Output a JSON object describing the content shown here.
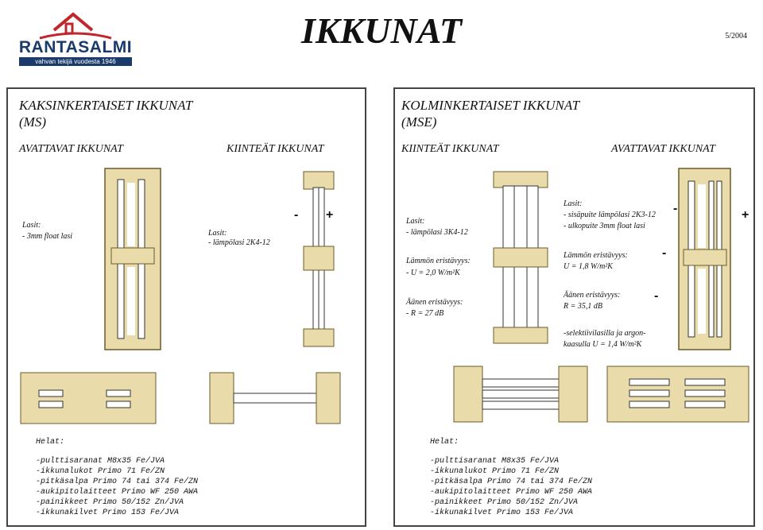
{
  "header": {
    "brand": "RANTASALMI",
    "tagline": "vahvan tekijä vuodesta 1946",
    "title": "IKKUNAT",
    "date": "5/2004"
  },
  "left": {
    "heading_line1": "KAKSINKERTAISET IKKUNAT",
    "heading_line2": "(MS)",
    "sub_opening": "AVATTAVAT IKKUNAT",
    "sub_fixed": "KIINTEÄT IKKUNAT",
    "glass_a_label": "Lasit:",
    "glass_a_value": "- 3mm float lasi",
    "glass_b_label": "Lasit:",
    "glass_b_value": "- lämpölasi 2K4-12",
    "hardware_label": "Helat:",
    "hardware": [
      "-pulttisaranat M8x35 Fe/JVA",
      "-ikkunalukot Primo 71 Fe/ZN",
      "-pitkäsalpa Primo 74 tai 374 Fe/ZN",
      "-aukipitolaitteet Primo WF 250 AWA",
      "-painikkeet Primo 50/152 Zn/JVA",
      "-ikkunakilvet Primo 153 Fe/JVA"
    ]
  },
  "right": {
    "heading_line1": "KOLMINKERTAISET IKKUNAT",
    "heading_line2": "(MSE)",
    "sub_fixed": "KIINTEÄT IKKUNAT",
    "sub_opening": "AVATTAVAT IKKUNAT",
    "fixed_glass_label": "Lasit:",
    "fixed_glass_value": "- lämpölasi 3K4-12",
    "fixed_heat_label": "Lämmön eristävyys:",
    "fixed_heat_value": "- U = 2,0 W/m²K",
    "fixed_sound_label": "Äänen eristävyys:",
    "fixed_sound_value": "- R = 27 dB",
    "open_glass_label": "Lasit:",
    "open_glass_value1": "- sisäpuite lämpölasi 2K3-12",
    "open_glass_value2": "- ulkopuite 3mm float lasi",
    "open_heat_label": "Lämmön eristävyys:",
    "open_heat_value": "U = 1,8 W/m²K",
    "open_sound_label": "Äänen eristävyys:",
    "open_sound_value": "R = 35,1 dB",
    "selective_line1": "-selektiivilasilla ja argon-",
    "selective_line2": "kaasulla U = 1,4 W/m²K",
    "hardware_label": "Helat:",
    "hardware": [
      "-pulttisaranat M8x35 Fe/JVA",
      "-ikkunalukot Primo 71 Fe/ZN",
      "-pitkäsalpa Primo 74 tai 374 Fe/ZN",
      "-aukipitolaitteet Primo WF 250 AWA",
      "-painikkeet Primo 50/152 Zn/JVA",
      "-ikkunakilvet Primo 153 Fe/JVA"
    ]
  },
  "signs": {
    "minus": "-",
    "plus": "+"
  },
  "colors": {
    "wood": "#e9dcaa",
    "wood_edge": "#6b5b2a",
    "brand": "#1a3a6b",
    "logo_red": "#c0272d"
  }
}
